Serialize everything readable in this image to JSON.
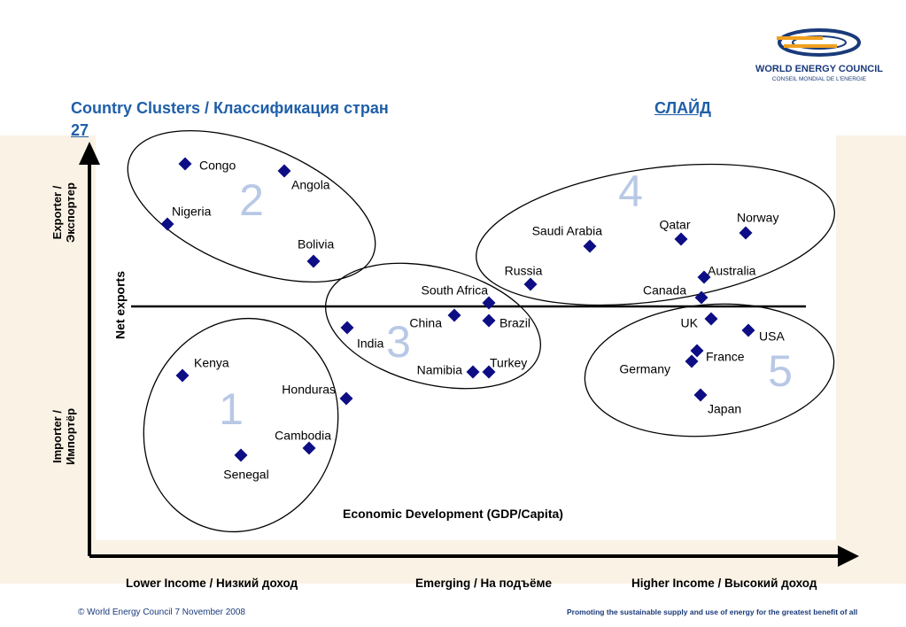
{
  "header": {
    "title": "Country Clusters / Классификация стран",
    "slide_label": "СЛАЙД",
    "slide_number": "27"
  },
  "logo": {
    "name": "WORLD ENERGY COUNCIL",
    "subtitle": "CONSEIL MONDIAL DE L'ENERGIE"
  },
  "axes": {
    "exporter": [
      "Exporter /",
      "Экспортер"
    ],
    "importer": [
      "Importer /",
      "Импортёр"
    ],
    "net_exports": "Net exports",
    "x_title": "Economic Development (GDP/Capita)",
    "x_low": "Lower Income / Низкий доход",
    "x_mid": "Emerging / На подъёме",
    "x_high": "Higher Income / Высокий доход"
  },
  "colors": {
    "marker": "#0d0d85",
    "cluster_number": "#b8c8e6",
    "title": "#1f5fa8",
    "band": "#fbf2e6"
  },
  "clusters": [
    {
      "number": "1",
      "countries": [
        "Kenya",
        "Honduras",
        "Cambodia",
        "Senegal"
      ]
    },
    {
      "number": "2",
      "countries": [
        "Congo",
        "Angola",
        "Nigeria",
        "Bolivia"
      ]
    },
    {
      "number": "3",
      "countries": [
        "South Africa",
        "China",
        "Brazil",
        "India",
        "Namibia",
        "Turkey"
      ]
    },
    {
      "number": "4",
      "countries": [
        "Saudi Arabia",
        "Qatar",
        "Norway",
        "Russia",
        "Australia",
        "Canada"
      ]
    },
    {
      "number": "5",
      "countries": [
        "UK",
        "USA",
        "France",
        "Germany",
        "Japan"
      ]
    }
  ],
  "footer": {
    "left": "© World Energy Council   7 November 2008",
    "right": "Promoting the sustainable supply and use of energy for the greatest benefit of all"
  }
}
